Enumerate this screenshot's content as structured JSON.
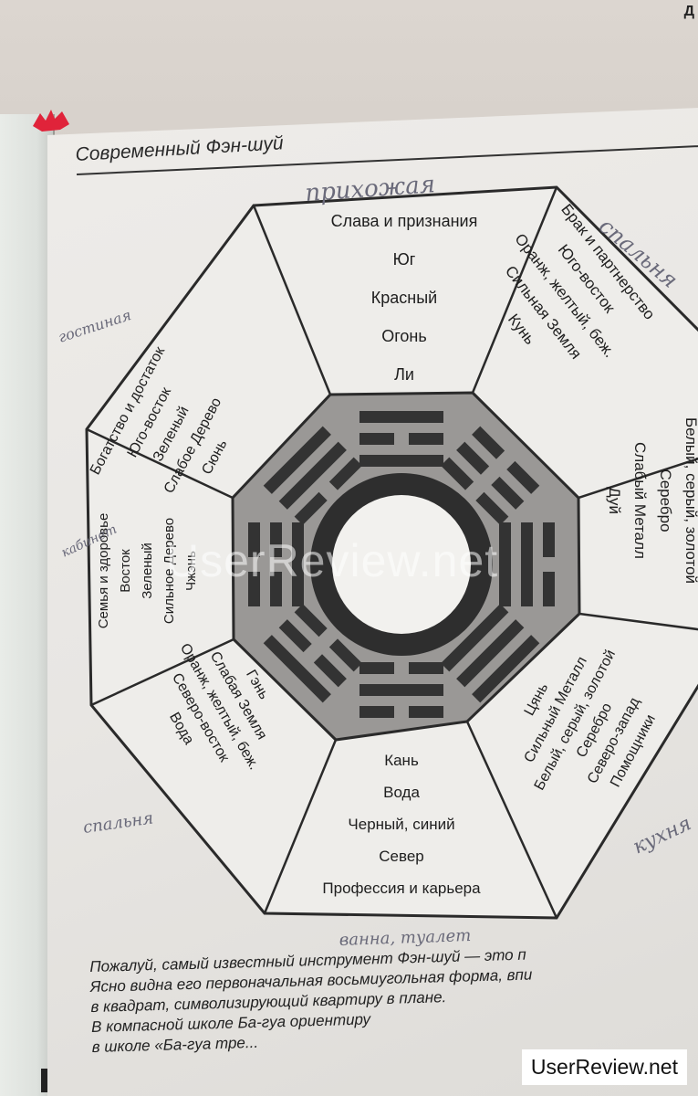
{
  "page": {
    "corner_letter": "Д",
    "header_title": "Современный Фэн-шуй",
    "watermark_center": "UserReview.net",
    "watermark_box": "UserReview.net"
  },
  "bagua": {
    "sectors": [
      {
        "id": "south",
        "lines": [
          "Слава и признания",
          "Юг",
          "Красный",
          "Огонь",
          "Ли"
        ]
      },
      {
        "id": "southwest",
        "lines": [
          "Брак и партнерство",
          "Юго-восток",
          "Оранж, желтый, беж.",
          "Сильная Земля",
          "Кунь"
        ]
      },
      {
        "id": "west",
        "lines": [
          "Белый, серый, золотой",
          "Серебро",
          "Слабый Металл",
          "Дуй"
        ]
      },
      {
        "id": "northwest",
        "lines": [
          "Цянь",
          "Сильный Металл",
          "Белый, серый, золотой",
          "Серебро",
          "Северо-запад",
          "Помощники"
        ]
      },
      {
        "id": "north",
        "lines": [
          "Кань",
          "Вода",
          "Черный, синий",
          "Север",
          "Профессия и карьера"
        ]
      },
      {
        "id": "northeast",
        "lines": [
          "Гэнь",
          "Слабая Земля",
          "Оранж, желтый, беж.",
          "Северо-восток",
          "Вода"
        ]
      },
      {
        "id": "east",
        "lines": [
          "Семья и здоровье",
          "Восток",
          "Зеленый",
          "Сильное Дерево",
          "Чжэнь"
        ]
      },
      {
        "id": "southeast",
        "lines": [
          "Богатство и достаток",
          "Юго-восток",
          "Зеленый",
          "Слабое Дерево",
          "Сюнь"
        ]
      }
    ],
    "handwritten": {
      "south": "прихожая",
      "southwest": "спальня",
      "southeast": "гостиная",
      "east": "кабинет",
      "northeast": "спальня",
      "north": "ванна, туалет",
      "northwest": "кухня"
    }
  },
  "body": {
    "lines": [
      "Пожалуй, самый известный инструмент Фэн-шуй — это п",
      "Ясно видна его первоначальная восьмиугольная форма, впи",
      "в квадрат, символизирующий квартиру в плане.",
      "В компасной школе Ба-гуа ориентиру",
      "в школе «Ба-гуа тре..."
    ]
  },
  "colors": {
    "page": "#e8e6e3",
    "ink": "#222222",
    "ring": "#2e2e2e",
    "inner_octagon": "#9a9896",
    "trigram_bar": "#333333"
  }
}
